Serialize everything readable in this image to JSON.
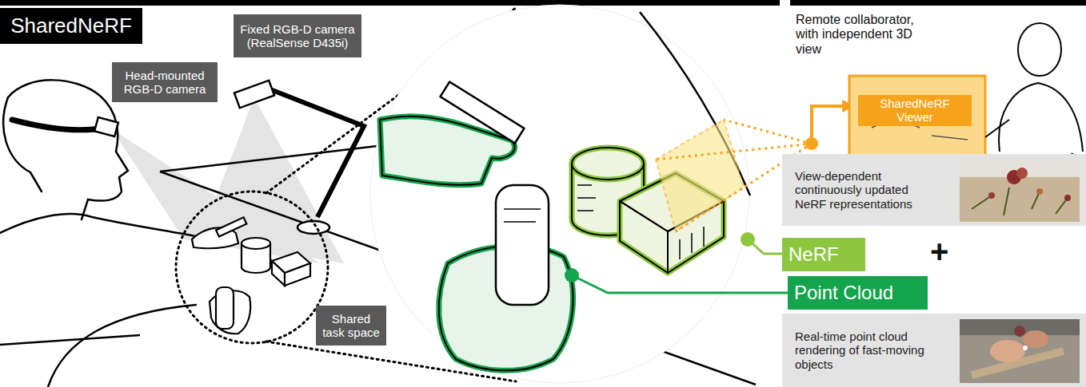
{
  "diagram": {
    "title": "SharedNeRF",
    "nodes": [
      {
        "text": [
          "Fixed RGB-D camera (RealSense D435i)"
        ]
      },
      {
        "text": [
          "Head-mounted RGB-D camera"
        ]
      },
      {
        "text": [
          "Shared task space"
        ]
      },
      {
        "text": [
          "SharedNeRF Viewer"
        ]
      },
      {
        "text": [
          "View-dependent continuously updated NeRF representations"
        ]
      },
      {
        "text": [
          "NeRF"
        ]
      },
      {
        "text": [
          "Point Cloud"
        ]
      },
      {
        "text": [
          "Real-time point cloud rendering of fast-moving objects"
        ]
      }
    ],
    "labels": [
      "Remote collaborator, with independent 3D view",
      "+"
    ]
  }
}
